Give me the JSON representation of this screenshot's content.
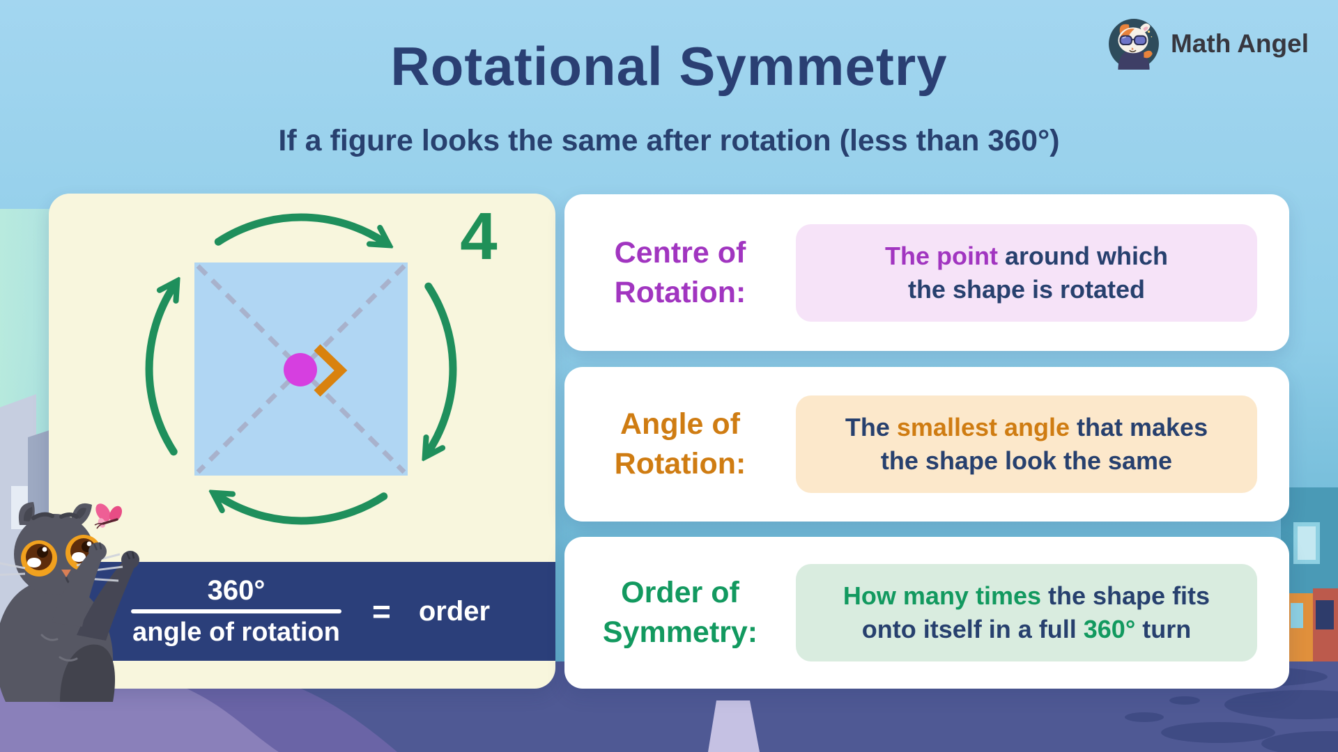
{
  "header": {
    "title": "Rotational Symmetry",
    "subtitle": "If a figure looks the same after rotation (less than 360°)"
  },
  "brand": {
    "name": "Math Angel",
    "logo_icon": "cat-avatar-icon"
  },
  "diagram": {
    "shape": "square with dashed diagonals",
    "order_number": "4",
    "rotation_direction": "clockwise",
    "markers": {
      "centre_dot_icon": "centre-of-rotation-dot",
      "angle_marker_icon": "angle-chevron",
      "arrow_icons": "four-green-rotation-arrows"
    },
    "formula": {
      "numerator": "360°",
      "denominator": "angle of rotation",
      "equals": "=",
      "result": "order"
    },
    "colors": {
      "panel_bg": "#f8f6dd",
      "square_fill": "#b0d6f3",
      "diagonal_dash": "#a8b2cc",
      "centre_dot": "#d63fe0",
      "angle_marker": "#d9820e",
      "arrow_green": "#1f8f5c",
      "formula_bar_bg": "#2b3f7a",
      "order_number_green": "#1f9058"
    }
  },
  "cards": [
    {
      "label_line1": "Centre of",
      "label_line2": "Rotation:",
      "accent_color": "#a135c0",
      "pill_bg": "#f6e3f8",
      "line1_hl": "The point",
      "line1_rest": " around which",
      "line2": "the shape is rotated"
    },
    {
      "label_line1": "Angle of",
      "label_line2": "Rotation:",
      "accent_color": "#cf7c12",
      "pill_bg": "#fce8cb",
      "line1_pre": "The ",
      "line1_hl": "smallest angle",
      "line1_post": " that makes",
      "line2": "the shape look the same"
    },
    {
      "label_line1": "Order of",
      "label_line2": "Symmetry:",
      "accent_color": "#12995f",
      "pill_bg": "#d9ecdf",
      "line1_hl": "How many times",
      "line1_rest": " the shape fits",
      "line2_pre": "onto itself in a full ",
      "line2_hl": "360°",
      "line2_post": " turn"
    }
  ],
  "scene": {
    "cat_icon": "grey-cat-character",
    "butterfly_icon": "pink-butterfly",
    "setting": "city street with road and buildings"
  }
}
